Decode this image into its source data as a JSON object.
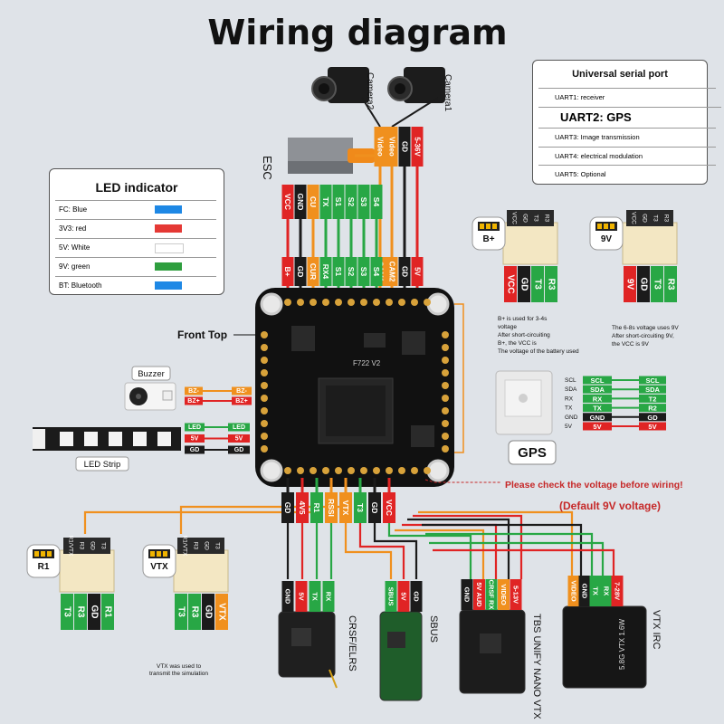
{
  "title": "Wiring diagram",
  "esc_label": "ESC",
  "camera_labels": [
    "Camera2",
    "Camera1"
  ],
  "led_indicator": {
    "title": "LED indicator",
    "rows": [
      {
        "label": "FC: Blue",
        "color": "#1e88e5"
      },
      {
        "label": "3V3: red",
        "color": "#e53935"
      },
      {
        "label": "5V: White",
        "color": "#ffffff"
      },
      {
        "label": "9V: green",
        "color": "#2e9e3e"
      },
      {
        "label": "BT: Bluetooth",
        "color": "#1e88e5"
      }
    ]
  },
  "uart_panel": {
    "title": "Universal serial port",
    "rows": [
      "UART1: receiver",
      "UART2:  GPS",
      "UART3: Image transmission",
      "UART4: electrical modulation",
      "UART5: Optional"
    ]
  },
  "esc_top_pins": [
    "VCC",
    "GND",
    "CU",
    "TX",
    "S1",
    "S2",
    "S3",
    "S4"
  ],
  "esc_bottom_pins": [
    "B+",
    "GD",
    "CUR",
    "RX4",
    "S1",
    "S2",
    "S3",
    "S4"
  ],
  "cam_top_pins": [
    "Video",
    "Video",
    "GD",
    "5-36V"
  ],
  "cam_bottom_pins": [
    "CAM1",
    "CAM2",
    "GD",
    "5V"
  ],
  "bplus_connector": {
    "badge": "B+",
    "header_pins": [
      "VCC",
      "GD",
      "T3",
      "R3"
    ],
    "bottom_pins": [
      "VCC",
      "GD",
      "T3",
      "R3"
    ],
    "note": [
      "B+ is used for 3-4s",
      "voltage",
      "After short-circuiting",
      "B+, the VCC is",
      "The voltage of the battery used"
    ]
  },
  "nine_v_connector": {
    "badge": "9V",
    "header_pins": [
      "VCC",
      "GD",
      "T3",
      "R3"
    ],
    "bottom_pins": [
      "9V",
      "GD",
      "T3",
      "R3"
    ],
    "note": [
      "The 6-8s voltage uses 9V",
      "After short-circuiting 9V,",
      "the VCC is 9V"
    ]
  },
  "gps": {
    "label": "GPS",
    "pins": [
      "SCL",
      "SDA",
      "RX",
      "TX",
      "GND",
      "5V"
    ],
    "fc_pins": [
      "SCL",
      "SDA",
      "T2",
      "R2",
      "GD",
      "5V"
    ]
  },
  "fc_board": {
    "label": "Front Top",
    "chip_label": "F722  V2"
  },
  "buzzer": {
    "label": "Buzzer",
    "pins": [
      "BZ-",
      "BZ+"
    ],
    "fc_pins": [
      "BZ-",
      "BZ+"
    ]
  },
  "led_strip": {
    "label": "LED Strip",
    "pins": [
      "LED",
      "5V",
      "GD"
    ],
    "fc_pins": [
      "LED",
      "5V",
      "GD"
    ]
  },
  "bottom_header": [
    "GD",
    "4V5",
    "R1",
    "RSSI",
    "VTX",
    "T3",
    "GD",
    "VCC"
  ],
  "warning": "Please check the voltage before wiring!",
  "default_voltage": "(Default 9V voltage)",
  "r1_connector": {
    "badge": "R1",
    "header_pins": [
      "R1/VTX",
      "R3",
      "GD",
      "T3"
    ],
    "bottom_pins": [
      "T3",
      "R3",
      "GD",
      "R1"
    ]
  },
  "vtx_connector": {
    "badge": "VTX",
    "header_pins": [
      "R1/VTX",
      "R3",
      "GD",
      "T3"
    ],
    "bottom_pins": [
      "T3",
      "R3",
      "GD",
      "VTX"
    ],
    "note": [
      "VTX was used to",
      "transmit the simulation"
    ]
  },
  "crsf": {
    "label": "CRSF/ELRS",
    "pins": [
      "GND",
      "5V",
      "TX",
      "RX"
    ]
  },
  "sbus": {
    "label": "SBUS",
    "pins": [
      "SBUS",
      "5V",
      "GD"
    ]
  },
  "tbs_unify": {
    "label": "TBS UNIFY NANO VTX",
    "pins": [
      "GND",
      "5V AUD",
      "CRSF RX",
      "VIDEO",
      "5-13V"
    ]
  },
  "vtx_irc": {
    "label": "VTX IRC",
    "pins": [
      "VIDEO",
      "GND",
      "TX",
      "RX",
      "7-28V"
    ],
    "board_text": "5.8G VTX 1.6W"
  },
  "colors": {
    "red": "#e02424",
    "green": "#28a745",
    "orange": "#f0901e",
    "black": "#1b1b1b",
    "bg": "#dfe3e8"
  }
}
